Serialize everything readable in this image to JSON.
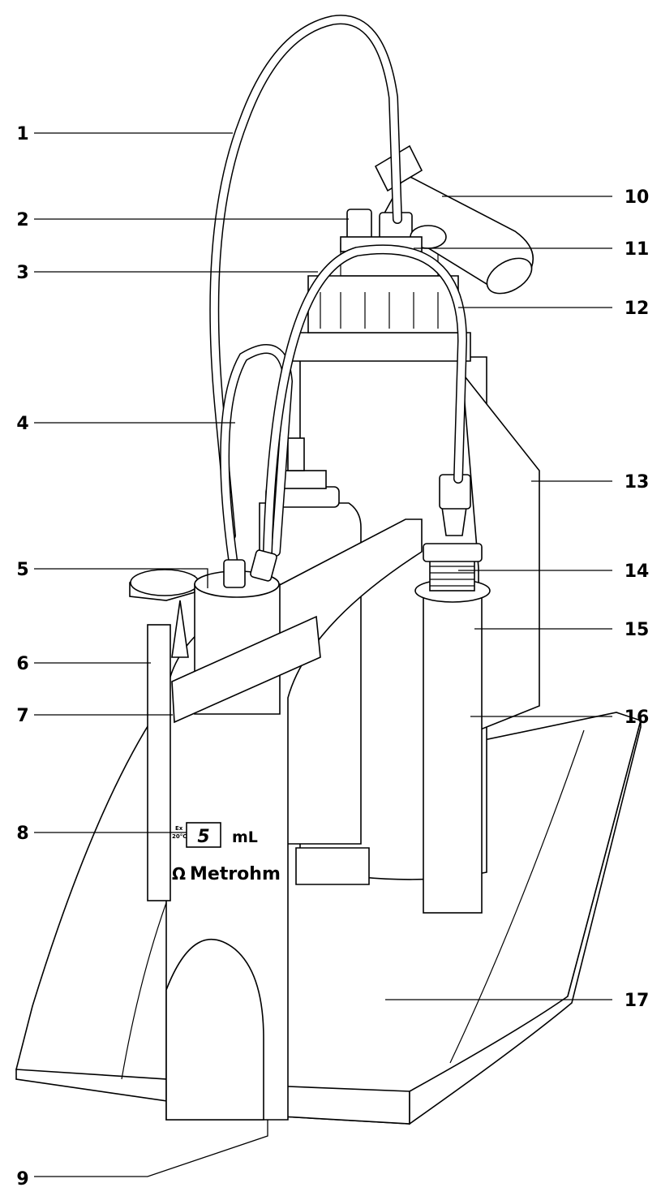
{
  "callouts": [
    "1",
    "2",
    "3",
    "4",
    "5",
    "6",
    "7",
    "8",
    "9",
    "10",
    "11",
    "12",
    "13",
    "14",
    "15",
    "16",
    "17"
  ],
  "device_markings": {
    "volume_value": "5",
    "volume_unit": "mL",
    "brand": "Metrohm",
    "brand_logo_glyph": "Ω",
    "calibration_line1": "Ex",
    "calibration_line2": "20°C"
  },
  "colors": {
    "line": "#000000",
    "background": "#ffffff"
  }
}
